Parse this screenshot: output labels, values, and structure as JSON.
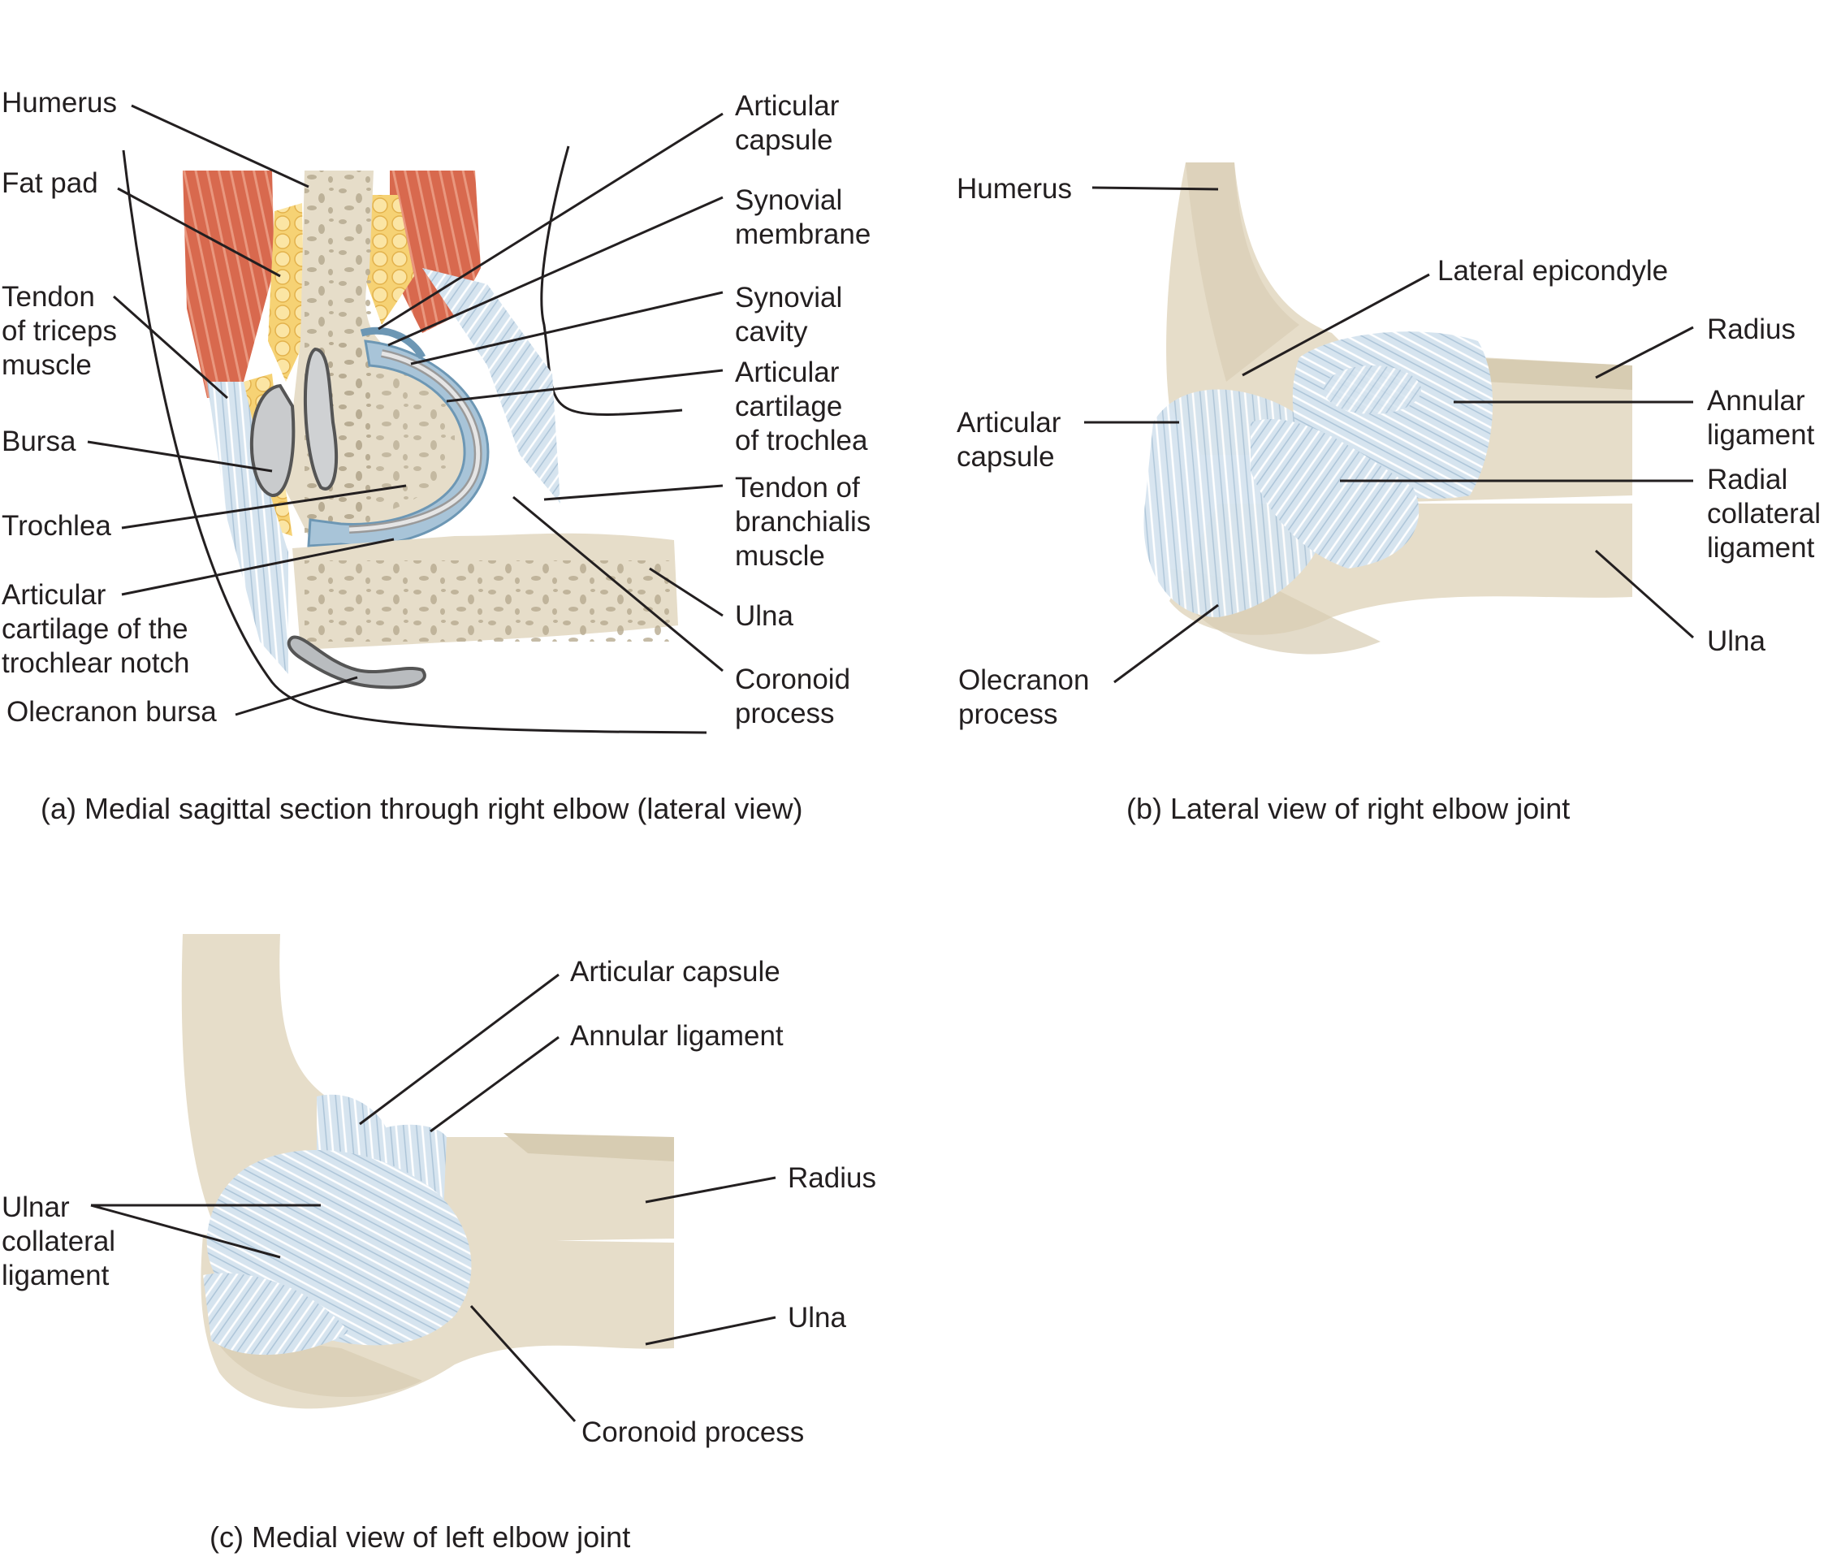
{
  "colors": {
    "bone": "#e6ddc9",
    "bone_shade": "#d7ccb2",
    "cartilage": "#a8c4d8",
    "ligament": "#d4e2ee",
    "muscle": "#d96b4f",
    "fat": "#f5cf6a",
    "leader": "#231f20"
  },
  "panel_a": {
    "caption": "(a) Medial sagittal section through right elbow (lateral view)",
    "labels": {
      "humerus": "Humerus",
      "fat_pad": "Fat pad",
      "tendon_triceps": "Tendon\nof triceps\nmuscle",
      "bursa": "Bursa",
      "trochlea": "Trochlea",
      "cartilage_notch": "Articular\ncartilage of the\ntrochlear notch",
      "olecranon_bursa": "Olecranon bursa",
      "articular_capsule": "Articular\ncapsule",
      "synovial_membrane": "Synovial\nmembrane",
      "synovial_cavity": "Synovial\ncavity",
      "cartilage_trochlea": "Articular\ncartilage\nof trochlea",
      "tendon_brachialis": "Tendon of\nbranchialis\nmuscle",
      "ulna": "Ulna",
      "coronoid": "Coronoid\nprocess"
    }
  },
  "panel_b": {
    "caption": "(b) Lateral view of right elbow joint",
    "labels": {
      "humerus": "Humerus",
      "lateral_epicondyle": "Lateral epicondyle",
      "radius": "Radius",
      "annular_ligament": "Annular\nligament",
      "articular_capsule": "Articular\ncapsule",
      "radial_collateral": "Radial\ncollateral\nligament",
      "ulna": "Ulna",
      "olecranon": "Olecranon\nprocess"
    }
  },
  "panel_c": {
    "caption": "(c) Medial view of left elbow joint",
    "labels": {
      "articular_capsule": "Articular capsule",
      "annular_ligament": "Annular ligament",
      "radius": "Radius",
      "ulnar_collateral": "Ulnar\ncollateral\nligament",
      "ulna": "Ulna",
      "coronoid": "Coronoid process"
    }
  }
}
